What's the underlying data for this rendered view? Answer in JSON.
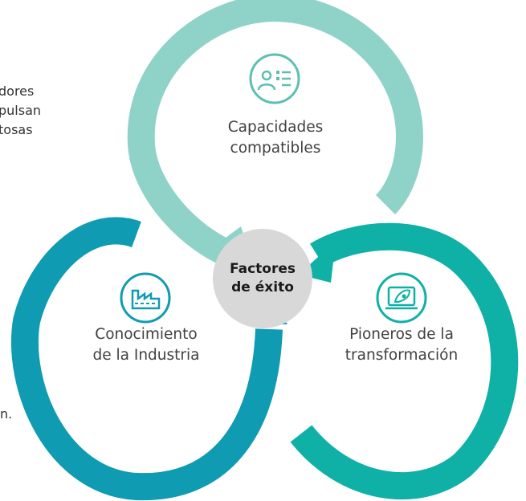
{
  "intro_fragment_lines": [
    "dores",
    "pulsan",
    "tosas"
  ],
  "bottom_fragment": "n.",
  "center": {
    "line1": "Factores",
    "line2": "de éxito"
  },
  "circles": [
    {
      "line1": "Capacidades",
      "line2": "compatibles",
      "icon": "team-presentation-icon"
    },
    {
      "line1": "Conocimiento",
      "line2": "de la Industria",
      "icon": "factory-icon"
    },
    {
      "line1": "Pioneros de la",
      "line2": "transformación",
      "icon": "rocket-laptop-icon"
    }
  ],
  "colors": {
    "top_ring": "#8fd3c8",
    "left_ring": "#0f9bb2",
    "right_ring": "#0fb0a6",
    "center_fill": "#d8d8d8"
  }
}
